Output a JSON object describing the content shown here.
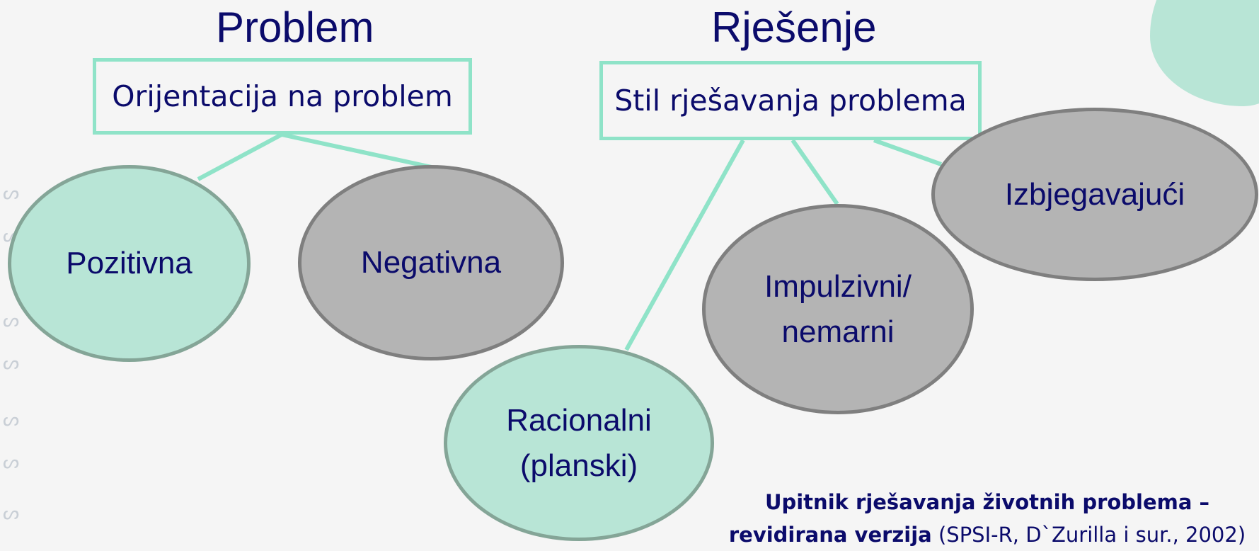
{
  "headings": {
    "problem": "Problem",
    "solution": "Rješenje"
  },
  "boxes": {
    "problem": "Orijentacija na problem",
    "solution": "Stil rješavanja problema"
  },
  "nodes": {
    "pozitivna": "Pozitivna",
    "negativna": "Negativna",
    "racionalni_line1": "Racionalni",
    "racionalni_line2": "(planski)",
    "impulzivni_line1": "Impulzivni/",
    "impulzivni_line2": "nemarni",
    "izbjegavajuci": "Izbjegavajući"
  },
  "footer": {
    "title_bold": "Upitnik rješavanja životnih problema –",
    "line2_bold": "revidirana verzija",
    "line2_rest": " (SPSI-R, D`Zurilla i sur., 2002)"
  },
  "colors": {
    "accent_green": "#8fe3c8",
    "node_green": "#b8e5d6",
    "node_gray": "#b4b4b4",
    "text_navy": "#0b0b6b"
  }
}
